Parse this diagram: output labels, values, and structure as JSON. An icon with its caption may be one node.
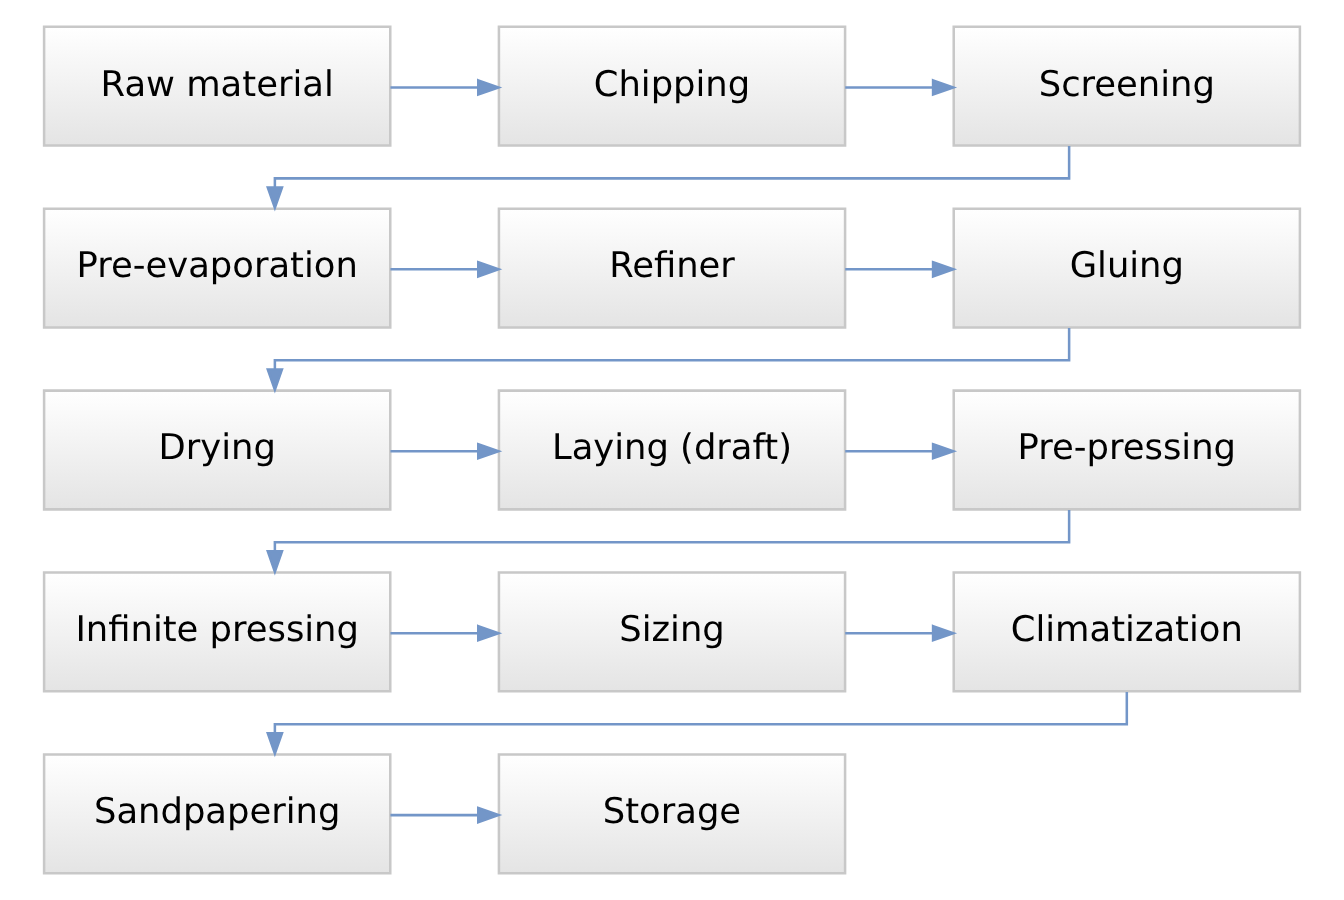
{
  "diagram": {
    "nodes": [
      {
        "text": [
          "Raw material"
        ]
      },
      {
        "text": [
          "Chipping"
        ]
      },
      {
        "text": [
          "Screening"
        ]
      },
      {
        "text": [
          "Pre-evaporation"
        ]
      },
      {
        "text": [
          "Refiner"
        ]
      },
      {
        "text": [
          "Gluing"
        ]
      },
      {
        "text": [
          "Drying"
        ]
      },
      {
        "text": [
          "Laying (draft)"
        ]
      },
      {
        "text": [
          "Pre-pressing"
        ]
      },
      {
        "text": [
          "Infinite pressing"
        ]
      },
      {
        "text": [
          "Sizing"
        ]
      },
      {
        "text": [
          "Climatization"
        ]
      },
      {
        "text": [
          "Sandpapering"
        ]
      },
      {
        "text": [
          "Storage"
        ]
      }
    ],
    "edges": [
      {
        "from": 0,
        "to": 1,
        "arrow": "to"
      },
      {
        "from": 1,
        "to": 2,
        "arrow": "to"
      },
      {
        "from": 2,
        "to": 3,
        "arrow": "to"
      },
      {
        "from": 3,
        "to": 4,
        "arrow": "to"
      },
      {
        "from": 4,
        "to": 5,
        "arrow": "to"
      },
      {
        "from": 5,
        "to": 6,
        "arrow": "to"
      },
      {
        "from": 6,
        "to": 7,
        "arrow": "to"
      },
      {
        "from": 7,
        "to": 8,
        "arrow": "to"
      },
      {
        "from": 8,
        "to": 9,
        "arrow": "to"
      },
      {
        "from": 9,
        "to": 10,
        "arrow": "to"
      },
      {
        "from": 10,
        "to": 11,
        "arrow": "to"
      },
      {
        "from": 11,
        "to": 12,
        "arrow": "to"
      },
      {
        "from": 12,
        "to": 13,
        "arrow": "to"
      }
    ]
  }
}
